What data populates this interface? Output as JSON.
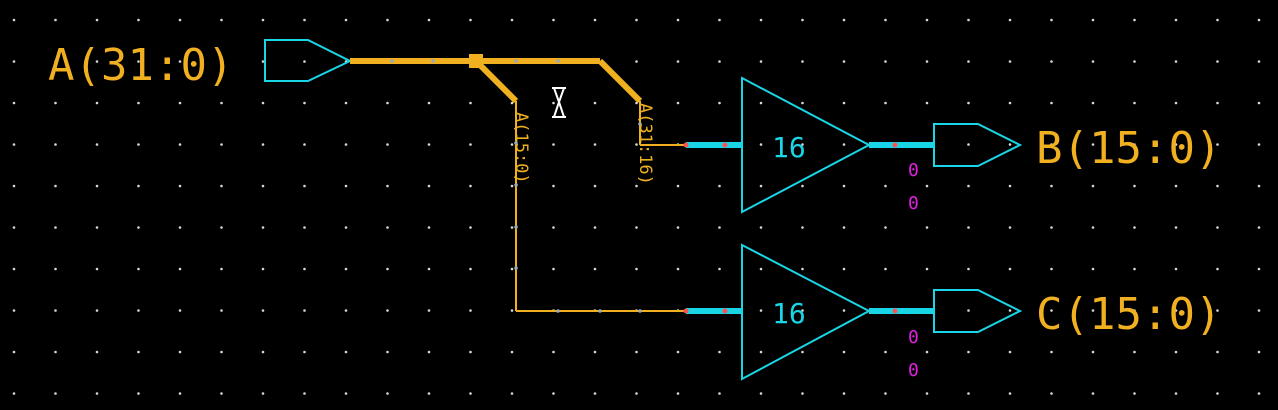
{
  "colors": {
    "background": "#000000",
    "grid_dot": "#d8d8d8",
    "bus_wire": "#f0b020",
    "net_label": "#f0b020",
    "component": "#19d6e6",
    "pin_label": "#e020e0",
    "junction_marker": "#ff5050",
    "cursor": "#ffffff"
  },
  "ports": {
    "input_a": "A(31:0)",
    "output_b": "B(15:0)",
    "output_c": "C(15:0)"
  },
  "nets": {
    "slice_low": "A(15:0)",
    "slice_high": "A(31:16)"
  },
  "buffers": {
    "upper": {
      "width_label": "16",
      "pin_top": "0",
      "pin_bottom": "0"
    },
    "lower": {
      "width_label": "16",
      "pin_top": "0",
      "pin_bottom": "0"
    }
  },
  "cursor_icon": "hourglass-cursor-icon"
}
